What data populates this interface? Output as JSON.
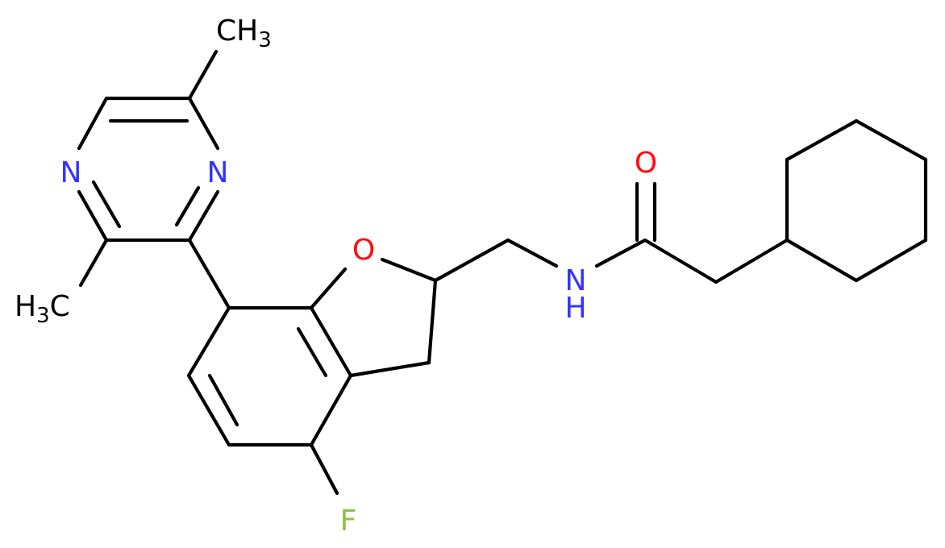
{
  "atoms": {
    "methyl_top": {
      "text": "CH",
      "sub": "3"
    },
    "methyl_left": {
      "text": "H",
      "sub": "3",
      "tail": "C"
    },
    "n_pyrazine_right": "N",
    "n_pyrazine_left": "N",
    "o_ring": "O",
    "nh_n": "N",
    "nh_h": "H",
    "o_carbonyl": "O",
    "fluorine": "F"
  },
  "colors": {
    "bond": "#000000",
    "nitrogen": "#3333ff",
    "oxygen": "#ff0d0d",
    "fluorine": "#8fbf44",
    "carbon": "#000000"
  }
}
